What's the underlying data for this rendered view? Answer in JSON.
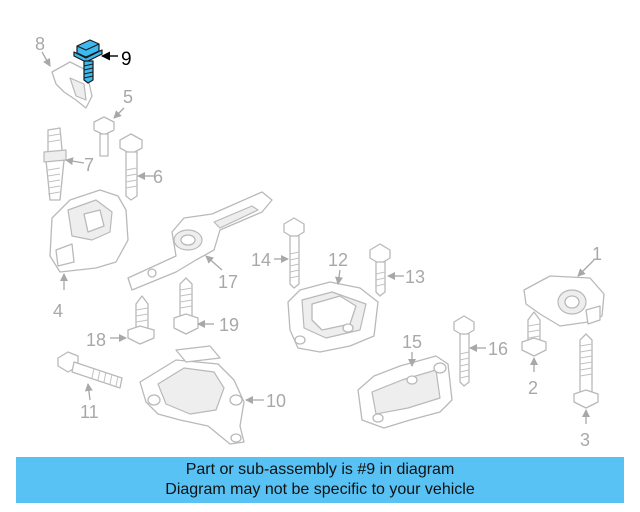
{
  "diagram": {
    "highlight_color": "#3cb9ee",
    "highlighted_part": "9",
    "callouts": [
      "1",
      "2",
      "3",
      "4",
      "5",
      "6",
      "7",
      "8",
      "9",
      "10",
      "11",
      "12",
      "13",
      "14",
      "15",
      "16",
      "17",
      "18",
      "19"
    ]
  },
  "banner": {
    "background": "#57c2f3",
    "line1": "Part or sub-assembly is #9 in diagram",
    "line2": "Diagram may not be specific to your vehicle"
  }
}
